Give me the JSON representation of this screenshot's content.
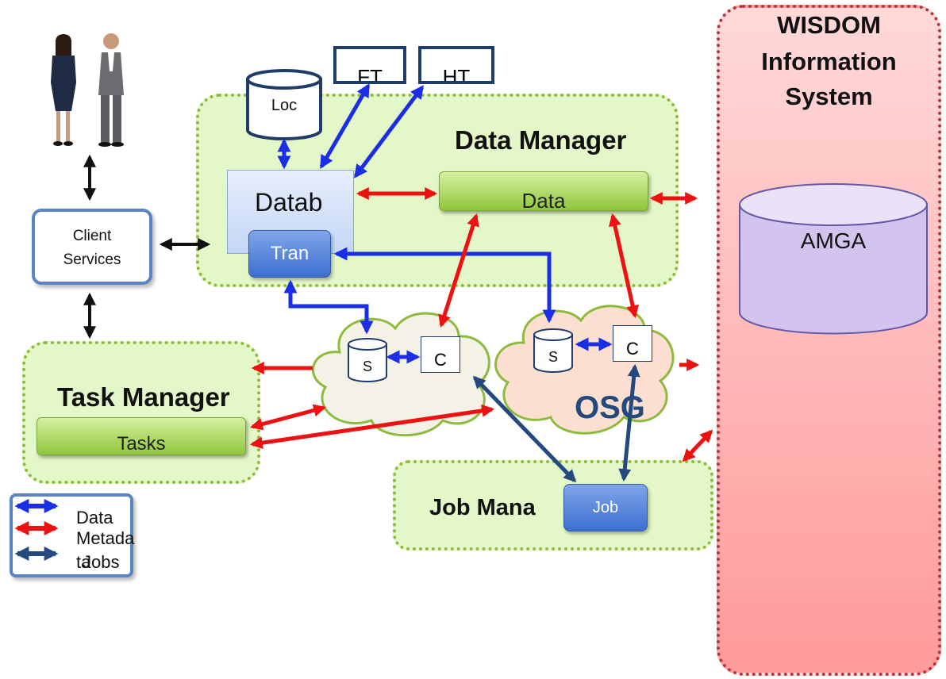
{
  "wisdom": {
    "line1": "WISDOM",
    "line2": "Information",
    "line3": "System",
    "amga": "AMGA"
  },
  "data_manager": {
    "title": "Data Manager",
    "data_bar": "Data",
    "database": "Datab",
    "transfer": "Tran",
    "local_db": "Loc",
    "ft": "FT",
    "ht": "HT"
  },
  "client_services": {
    "line1": "Client",
    "line2": "Services"
  },
  "task_manager": {
    "title": "Task Manager",
    "tasks": "Tasks"
  },
  "osg": {
    "label": "OSG",
    "storage1": "S",
    "compute1": "C",
    "storage2": "S",
    "compute2": "C"
  },
  "job_manager": {
    "title": "Job Mana",
    "job": "Job"
  },
  "legend": {
    "data": "Data",
    "metadata": "Metada",
    "metadata_tail": "ta",
    "jobs": "Jobs"
  },
  "colors": {
    "data": "#1a2ee6",
    "metadata": "#ee1111",
    "jobs": "#24497e"
  }
}
